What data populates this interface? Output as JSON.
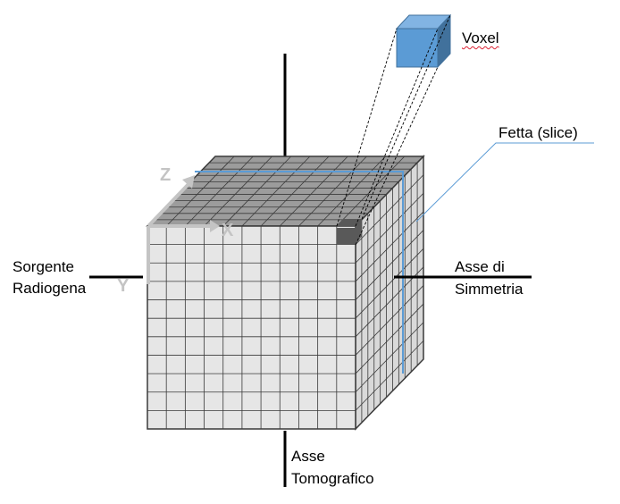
{
  "labels": {
    "voxel": "Voxel",
    "slice": "Fetta (slice)",
    "source_line1": "Sorgente",
    "source_line2": "Radiogena",
    "symmetry_line1": "Asse di",
    "symmetry_line2": "Simmetria",
    "tomographic_line1": "Asse",
    "tomographic_line2": "Tomografico"
  },
  "axes": {
    "x": "X",
    "y": "Y",
    "z": "Z"
  },
  "colors": {
    "front_face": "#e6e6e6",
    "top_face": "#9c9c9c",
    "side_face": "#d9d9d9",
    "grid": "#3a3a3a",
    "highlight_voxel": "#595959",
    "voxel_front": "#5b9bd5",
    "voxel_top": "#82b4e3",
    "voxel_side": "#41719c",
    "slice_line": "#5b9bd5",
    "axis_arrow": "#c4c4c4"
  }
}
